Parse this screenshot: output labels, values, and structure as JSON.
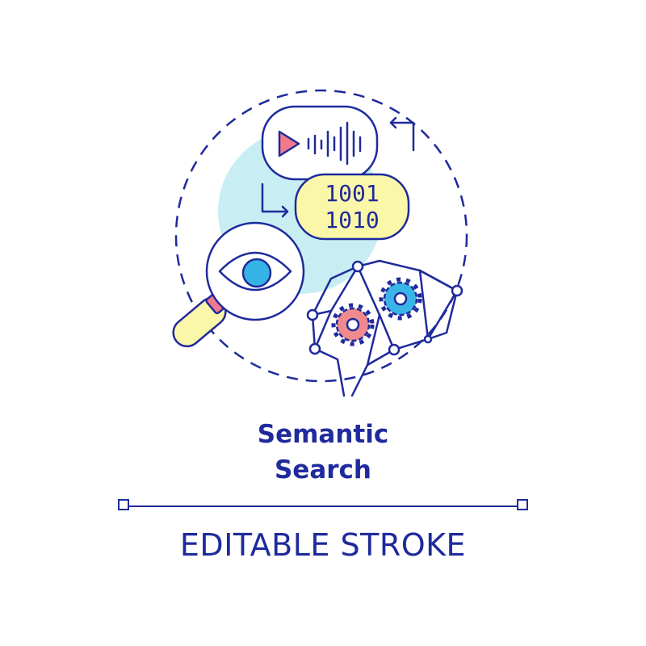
{
  "title": {
    "line1": "Semantic",
    "line2": "Search"
  },
  "footer": {
    "label": "EDITABLE STROKE"
  },
  "binary": {
    "line1": "1001",
    "line2": "1010"
  },
  "colors": {
    "stroke": "#1f2a9c",
    "light_blue": "#c8eef3",
    "yellow": "#fbf7a8",
    "pink": "#f07a8c",
    "blue": "#35b3e5",
    "gear_pink": "#ef8a8f",
    "gear_blue": "#3bb5e8"
  }
}
